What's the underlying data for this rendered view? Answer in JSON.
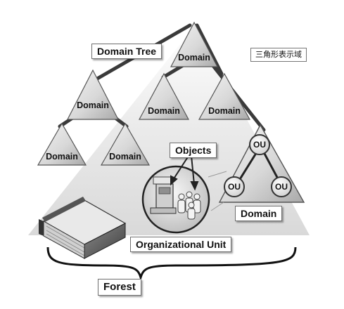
{
  "diagram": {
    "domain_tree_label": "Domain Tree",
    "chinese_label": "三角形表示域",
    "objects_label": "Objects",
    "domain_label": "Domain",
    "ou_label": "Organizational Unit",
    "forest_label": "Forest",
    "triangle_domain_labels": [
      "Domain",
      "Domain",
      "Domain",
      "Domain",
      "Domain",
      "Domain",
      "Domain"
    ],
    "ou_circle_labels": [
      "OU",
      "OU",
      "OU"
    ]
  },
  "colors": {
    "triangle_light": "#f2f2f2",
    "triangle_dark": "#b9b9b9",
    "triangle_stroke": "#555555",
    "connector": "#3a3a3a",
    "background_gray": "#e6e6e6"
  },
  "icons": [
    "book-icon",
    "computer-icon",
    "people-icon"
  ]
}
